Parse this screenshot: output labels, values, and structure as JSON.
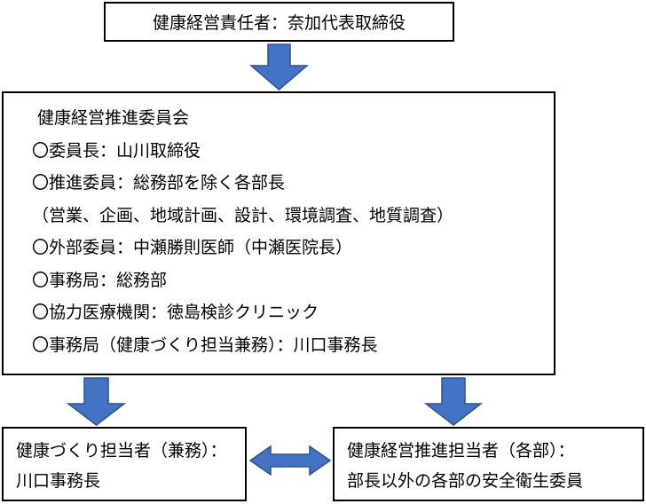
{
  "top_box": {
    "text": "健康経営責任者：奈加代表取締役"
  },
  "committee": {
    "title": "健康経営推進委員会",
    "items": [
      "〇委員長：山川取締役",
      "〇推進委員：総務部を除く各部長",
      "（営業、企画、地域計画、設計、環境調査、地質調査）",
      "〇外部委員：中瀬勝則医師（中瀬医院長）",
      "〇事務局：総務部",
      "〇協力医療機関：徳島検診クリニック",
      "〇事務局（健康づくり担当兼務）：川口事務長"
    ]
  },
  "bottom_left": {
    "line1": "健康づくり担当者（兼務）：",
    "line2": "川口事務長"
  },
  "bottom_right": {
    "line1": "健康経営推進担当者（各部）：",
    "line2": "部長以外の各部の安全衛生委員"
  },
  "colors": {
    "arrow_fill": "#4472C4",
    "arrow_stroke": "#2F528F"
  }
}
